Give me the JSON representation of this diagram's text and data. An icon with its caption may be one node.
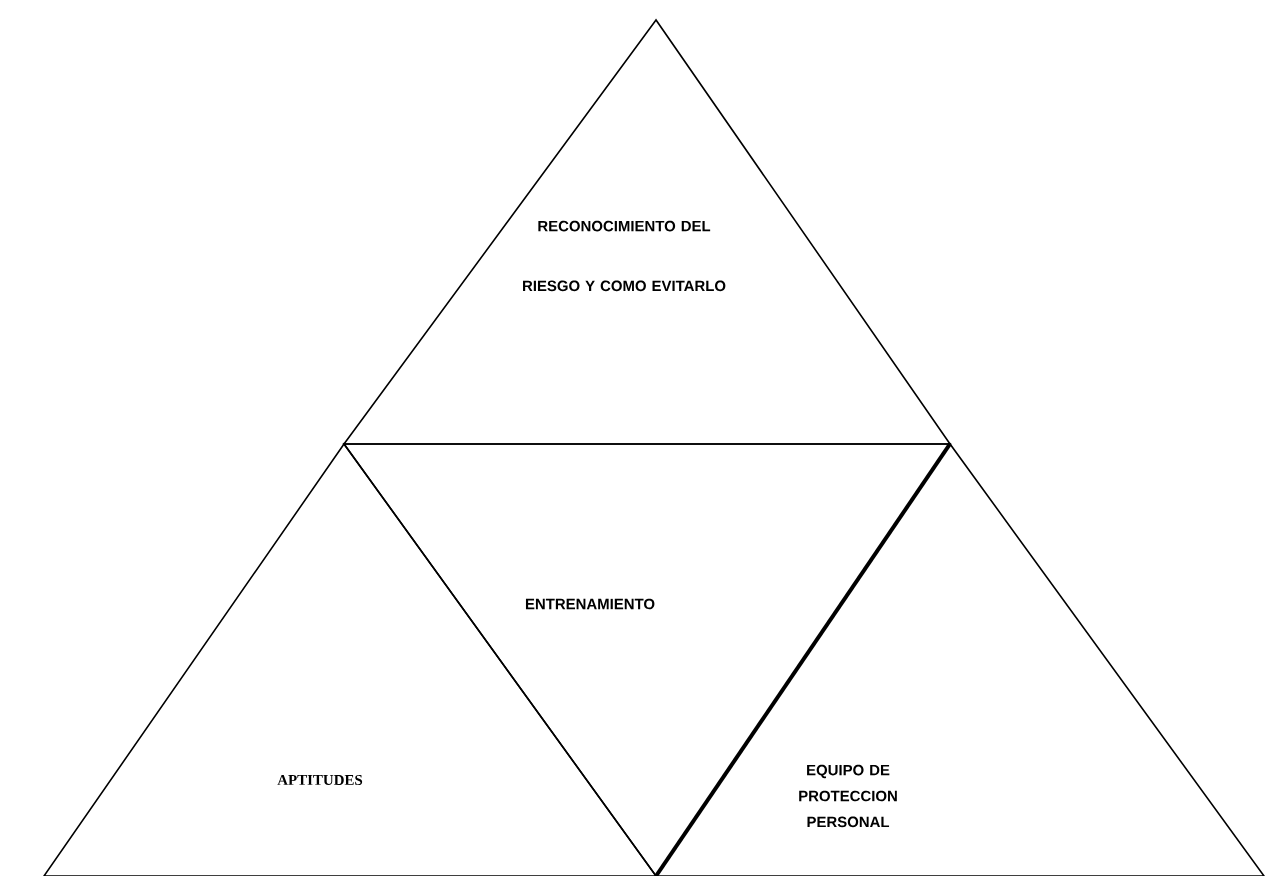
{
  "diagram": {
    "nodes": [
      {
        "text": [
          "RECONOCIMIENTO DEL RIESGO Y COMO EVITARLO"
        ]
      },
      {
        "text": [
          "ENTRENAMIENTO"
        ]
      },
      {
        "text": [
          "APTITUDES"
        ]
      },
      {
        "text": [
          "EQUIPO DE PROTECCION PERSONAL"
        ]
      }
    ]
  }
}
